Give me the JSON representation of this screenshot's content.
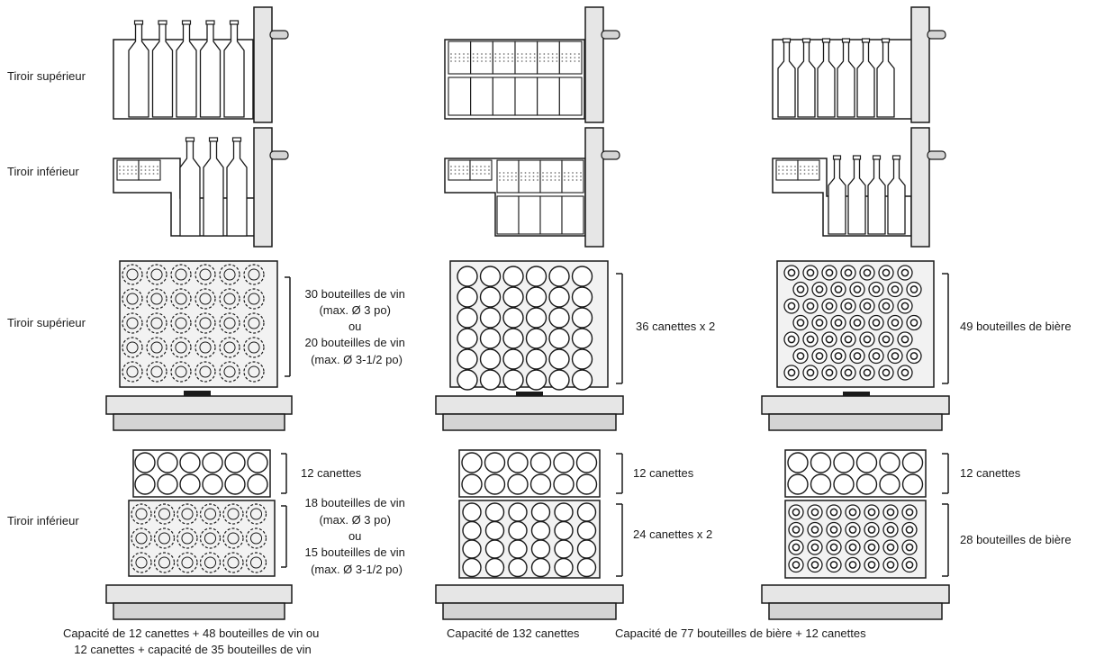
{
  "row_labels": {
    "side_upper": "Tiroir supérieur",
    "side_lower": "Tiroir inférieur",
    "top_upper": "Tiroir supérieur",
    "top_lower": "Tiroir inférieur"
  },
  "configs": [
    {
      "upper_note_lines": [
        "30 bouteilles de vin",
        "(max. Ø 3 po)",
        "ou",
        "20 bouteilles de vin",
        "(max. Ø 3-1/2 po)"
      ],
      "lower_top_note": "12 canettes",
      "lower_bottom_note_lines": [
        "18 bouteilles de vin",
        "(max. Ø 3 po)",
        "ou",
        "15 bouteilles de vin",
        "(max. Ø 3-1/2 po)"
      ],
      "caption_lines": [
        "Capacité de 12 canettes + 48 bouteilles de vin ou",
        "12 canettes + capacité de 35 bouteilles de vin"
      ]
    },
    {
      "upper_note_lines": [
        "36 canettes x 2"
      ],
      "lower_top_note": "12 canettes",
      "lower_bottom_note_lines": [
        "24 canettes x 2"
      ],
      "caption_lines": [
        "Capacité de 132 canettes"
      ]
    },
    {
      "upper_note_lines": [
        "49 bouteilles de bière"
      ],
      "lower_top_note": "12 canettes",
      "lower_bottom_note_lines": [
        "28 bouteilles de bière"
      ],
      "caption_lines": [
        "Capacité de 77 bouteilles de bière + 12 canettes"
      ]
    }
  ],
  "colors": {
    "line": "#1a1a1a",
    "panel": "#e6e6e6",
    "tray": "#d4d4d4",
    "dots": "#7a7a7a"
  }
}
